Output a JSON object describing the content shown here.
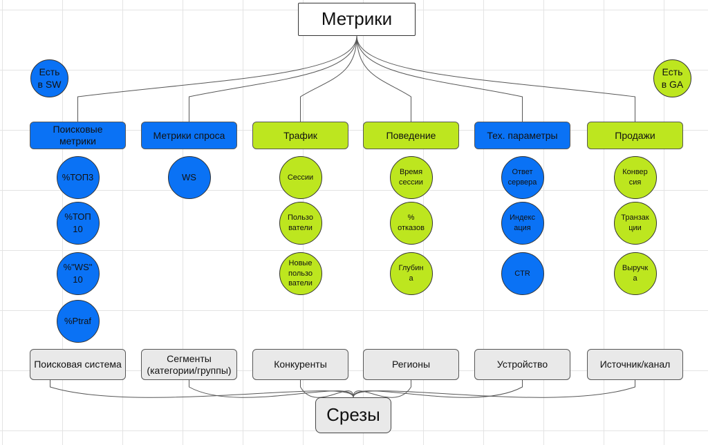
{
  "title": "Метрики",
  "badges": [
    {
      "label": "Есть\nв SW",
      "color": "blue"
    },
    {
      "label": "Есть\nв GA",
      "color": "green"
    }
  ],
  "categories": [
    {
      "label": "Поисковые метрики",
      "color": "blue",
      "metrics": [
        "%ТОП3",
        "%ТОП\n10",
        "%\"WS\"\n10",
        "%Ptraf"
      ]
    },
    {
      "label": "Метрики спроса",
      "color": "blue",
      "metrics": [
        "WS"
      ]
    },
    {
      "label": "Трафик",
      "color": "green",
      "metrics": [
        "Сессии",
        "Пользо\nватели",
        "Новые\nпользо\nватели"
      ]
    },
    {
      "label": "Поведение",
      "color": "green",
      "metrics": [
        "Время\nсессии",
        "%\nотказов",
        "Глубин\nа"
      ]
    },
    {
      "label": "Тех. параметры",
      "color": "blue",
      "metrics": [
        "Ответ\nсервера",
        "Индекс\nация",
        "CTR"
      ]
    },
    {
      "label": "Продажи",
      "color": "green",
      "metrics": [
        "Конвер\nсия",
        "Транзак\nции",
        "Выручк\nа"
      ]
    }
  ],
  "slices": [
    "Поисковая система",
    "Сегменты\n(категории/группы)",
    "Конкуренты",
    "Регионы",
    "Устройство",
    "Источник/канал"
  ],
  "slices_title": "Срезы",
  "colors": {
    "blue": "#0a72f5",
    "green": "#bde61f",
    "slice_bg": "#e9e9e9"
  }
}
